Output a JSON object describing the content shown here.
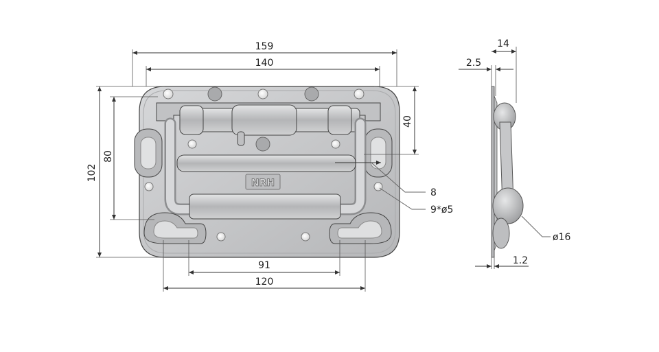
{
  "front_view": {
    "dimensions": {
      "width_overall": "159",
      "width_mount": "140",
      "height_overall": "102",
      "height_mount": "80",
      "height_top": "40",
      "bottom_inner": "91",
      "bottom_outer": "120"
    },
    "callouts": {
      "handle_diameter": "8",
      "holes": "9*ø5"
    },
    "logo_text": "NRH"
  },
  "side_view": {
    "dimensions": {
      "depth": "14",
      "offset": "2.5",
      "thickness": "1.2"
    },
    "callouts": {
      "boss_diameter": "ø16"
    }
  },
  "colors": {
    "plate": "#c9cacc",
    "plate_edge": "#9a9b9d",
    "handle": "#b9babc",
    "hole": "#f4f4f4",
    "line": "#333333"
  }
}
